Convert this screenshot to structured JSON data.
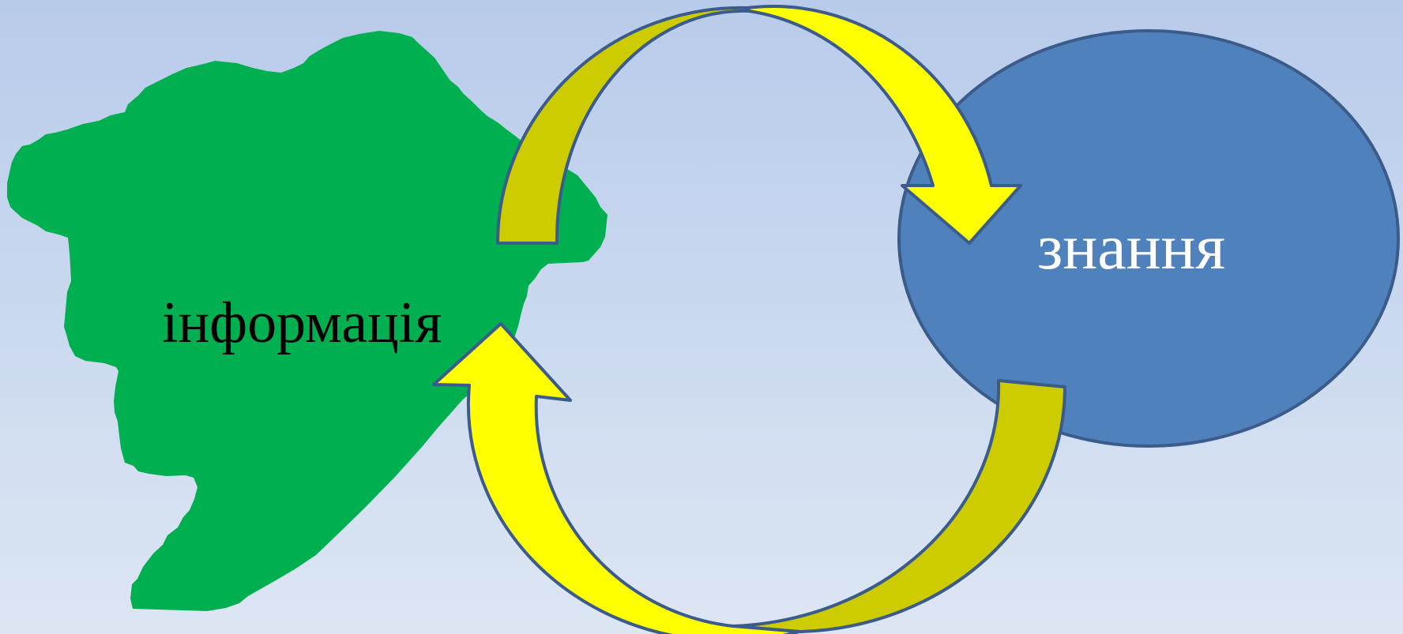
{
  "colors": {
    "information_shape": "#00b050",
    "knowledge_ellipse": "#4f81bd",
    "arrow_front": "#ffff00",
    "arrow_back": "#cccc00",
    "outline": "#3b5b8a",
    "info_text": "#000000",
    "knowledge_text": "#ffffff"
  },
  "diagram": {
    "information_label": "інформація",
    "knowledge_label": "знання",
    "arrows": [
      {
        "from": "інформація",
        "to": "знання",
        "direction": "clockwise-top"
      },
      {
        "from": "знання",
        "to": "інформація",
        "direction": "clockwise-bottom"
      }
    ]
  }
}
